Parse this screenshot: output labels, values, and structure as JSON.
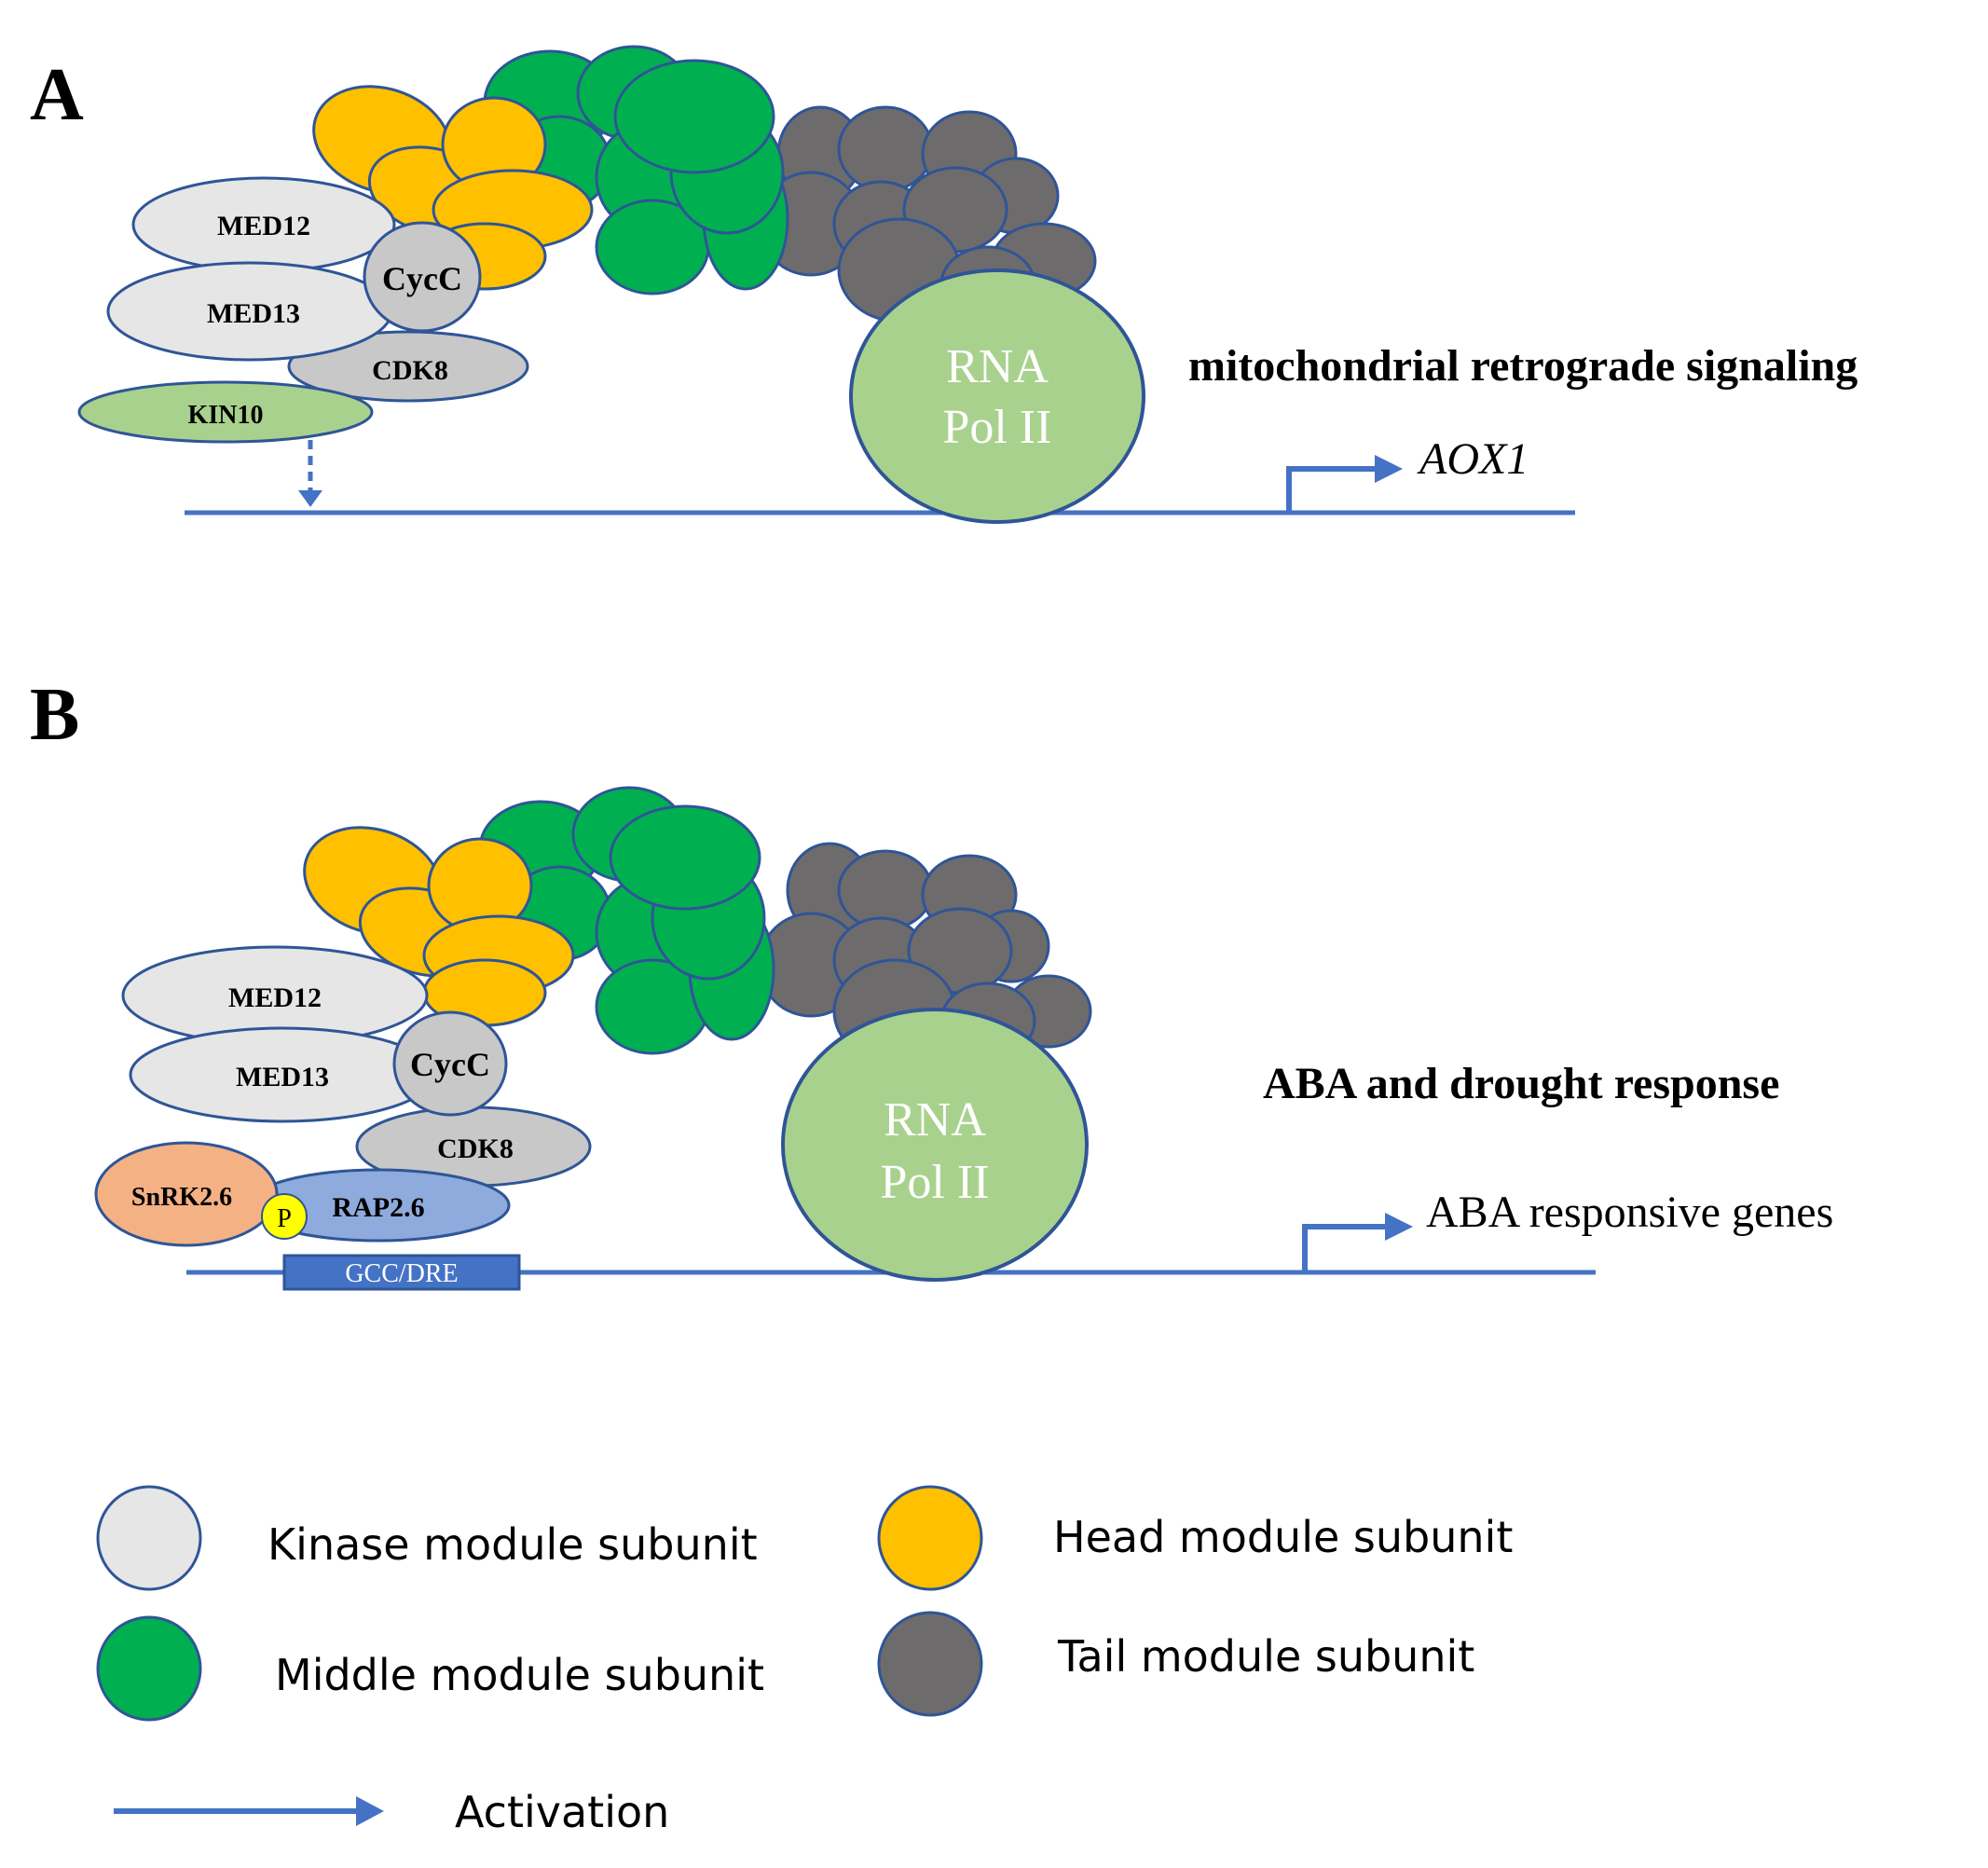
{
  "panels": [
    {
      "letter": "A",
      "kinase": {
        "med12": "MED12",
        "med13": "MED13",
        "cycc": "CycC",
        "cdk8": "CDK8",
        "kin10": "KIN10"
      },
      "pol": {
        "line1": "RNA",
        "line2": "Pol II"
      },
      "title": "mitochondrial retrograde signaling",
      "gene": "AOX1"
    },
    {
      "letter": "B",
      "kinase": {
        "med12": "MED12",
        "med13": "MED13",
        "cycc": "CycC",
        "cdk8": "CDK8"
      },
      "snrk": "SnRK2.6",
      "phospho": "P",
      "rap": "RAP2.6",
      "element": "GCC/DRE",
      "pol": {
        "line1": "RNA",
        "line2": "Pol II"
      },
      "title": "ABA and drought response",
      "gene": "ABA responsive genes"
    }
  ],
  "legend": {
    "kinase": "Kinase module subunit",
    "head": "Head module subunit",
    "middle": "Middle module subunit",
    "tail": "Tail module subunit",
    "activation": "Activation"
  },
  "colors": {
    "kinase": "#e6e6e6",
    "cdk8": "#c8c8c8",
    "head": "#ffc000",
    "middle": "#00b050",
    "tail": "#6e6b6c",
    "pol": "#a9d18e",
    "kin10": "#a9d18e",
    "snrk": "#f4b183",
    "rap": "#8faadc",
    "phospho": "#ffff00",
    "element": "#4472c4",
    "outline": "#2f5597",
    "line": "#4472c4"
  }
}
